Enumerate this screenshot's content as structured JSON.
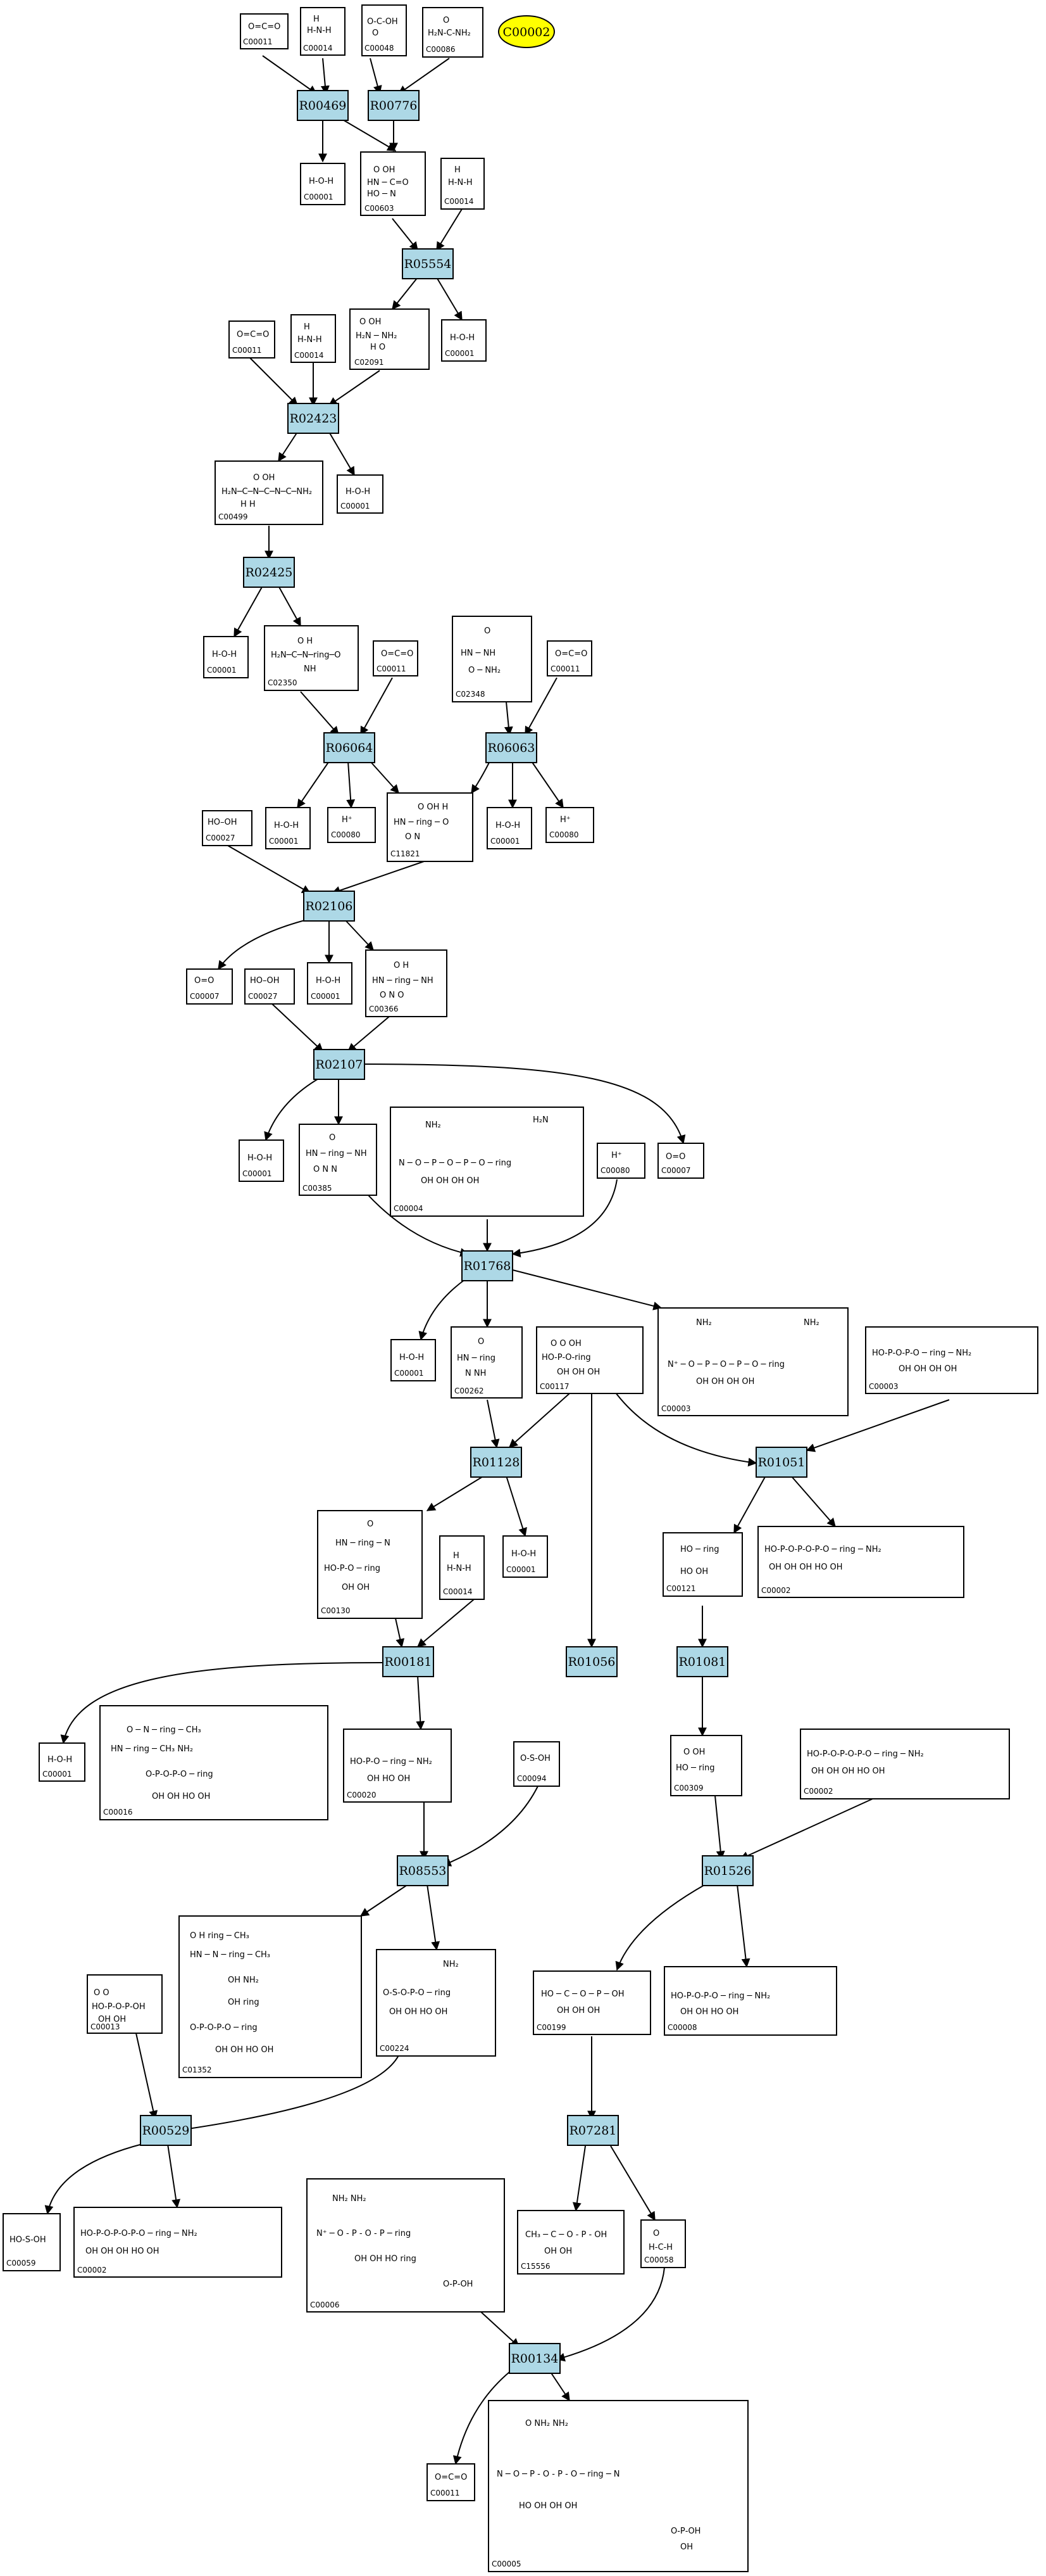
{
  "highlight": {
    "label": "C00002",
    "color": "#ffff00"
  },
  "colors": {
    "reaction_fill": "#add8e6",
    "compound_fill": "#ffffff",
    "edge": "#000000"
  },
  "reactions": [
    {
      "id": "R00469"
    },
    {
      "id": "R00776"
    },
    {
      "id": "R05554"
    },
    {
      "id": "R02423"
    },
    {
      "id": "R02425"
    },
    {
      "id": "R06064"
    },
    {
      "id": "R06063"
    },
    {
      "id": "R02106"
    },
    {
      "id": "R02107"
    },
    {
      "id": "R01768"
    },
    {
      "id": "R01128"
    },
    {
      "id": "R01051"
    },
    {
      "id": "R00181"
    },
    {
      "id": "R01056"
    },
    {
      "id": "R01081"
    },
    {
      "id": "R08553"
    },
    {
      "id": "R01526"
    },
    {
      "id": "R00529"
    },
    {
      "id": "R07281"
    },
    {
      "id": "R00134"
    }
  ],
  "compounds": [
    {
      "key": "c011a",
      "label": "C00011",
      "formula": "O=C=O"
    },
    {
      "key": "c014a",
      "label": "C00014",
      "formula": "NH3"
    },
    {
      "key": "c048a",
      "label": "C00048",
      "formula": "glyoxylate"
    },
    {
      "key": "c086a",
      "label": "C00086",
      "formula": "H2N-CO-NH2"
    },
    {
      "key": "c001a",
      "label": "C00001",
      "formula": "H-O-H"
    },
    {
      "key": "c603a",
      "label": "C00603",
      "formula": "HN-CO-NH-CO-OH"
    },
    {
      "key": "c014b",
      "label": "C00014",
      "formula": "NH3"
    },
    {
      "key": "c2091",
      "label": "C02091",
      "formula": "H2N-CO-NH2-OH"
    },
    {
      "key": "c001b",
      "label": "C00001",
      "formula": "H-O-H"
    },
    {
      "key": "c011b",
      "label": "C00011",
      "formula": "O=C=O"
    },
    {
      "key": "c014c",
      "label": "C00014",
      "formula": "NH3"
    },
    {
      "key": "c001c",
      "label": "C00001",
      "formula": "H-O-H"
    },
    {
      "key": "c0499",
      "label": "C00499",
      "formula": "H2N-CO-NH-CH-NH-CO-NH2"
    },
    {
      "key": "c001d",
      "label": "C00001",
      "formula": "H-O-H"
    },
    {
      "key": "c2350",
      "label": "C02350",
      "formula": "H2N-CO-NH-ring"
    },
    {
      "key": "c011c",
      "label": "C00011",
      "formula": "O=C=O"
    },
    {
      "key": "c2348",
      "label": "C02348",
      "formula": "HN-ring-NH2"
    },
    {
      "key": "c011d",
      "label": "C00011",
      "formula": "O=C=O"
    },
    {
      "key": "c027a",
      "label": "C00027",
      "formula": "HO-OH"
    },
    {
      "key": "c001e",
      "label": "C00001",
      "formula": "H-O-H"
    },
    {
      "key": "c080a",
      "label": "C00080",
      "formula": "H+"
    },
    {
      "key": "c11821",
      "label": "C11821",
      "formula": "OH-ring"
    },
    {
      "key": "c001f",
      "label": "C00001",
      "formula": "H-O-H"
    },
    {
      "key": "c080b",
      "label": "C00080",
      "formula": "H+"
    },
    {
      "key": "c007a",
      "label": "C00007",
      "formula": "O=O"
    },
    {
      "key": "c027b",
      "label": "C00027",
      "formula": "HO-OH"
    },
    {
      "key": "c001g",
      "label": "C00001",
      "formula": "H-O-H"
    },
    {
      "key": "c0366",
      "label": "C00366",
      "formula": "urate"
    },
    {
      "key": "c001h",
      "label": "C00001",
      "formula": "H-O-H"
    },
    {
      "key": "c0385",
      "label": "C00385",
      "formula": "xanthine"
    },
    {
      "key": "c0004",
      "label": "C00004",
      "formula": "NADH"
    },
    {
      "key": "c080c",
      "label": "C00080",
      "formula": "H+"
    },
    {
      "key": "c007b",
      "label": "C00007",
      "formula": "O=O"
    },
    {
      "key": "c001i",
      "label": "C00001",
      "formula": "H-O-H"
    },
    {
      "key": "c0262",
      "label": "C00262",
      "formula": "hypoxanthine"
    },
    {
      "key": "c0117",
      "label": "C00117",
      "formula": "ribose-5P"
    },
    {
      "key": "c0003a",
      "label": "C00003",
      "formula": "NAD+"
    },
    {
      "key": "c0003b",
      "label": "C00003",
      "formula": "NAD+ (small)"
    },
    {
      "key": "c0130",
      "label": "C00130",
      "formula": "IMP"
    },
    {
      "key": "c014d",
      "label": "C00014",
      "formula": "NH3"
    },
    {
      "key": "c001j",
      "label": "C00001",
      "formula": "H-O-H"
    },
    {
      "key": "c0121",
      "label": "C00121",
      "formula": "D-ribose"
    },
    {
      "key": "c0002a",
      "label": "C00002",
      "formula": "ATP"
    },
    {
      "key": "c001k",
      "label": "C00001",
      "formula": "H-O-H"
    },
    {
      "key": "c0016",
      "label": "C00016",
      "formula": "FAD"
    },
    {
      "key": "c0020",
      "label": "C00020",
      "formula": "AMP"
    },
    {
      "key": "c0094",
      "label": "C00094",
      "formula": "sulfite"
    },
    {
      "key": "c0309",
      "label": "C00309",
      "formula": "ribulose"
    },
    {
      "key": "c0002b",
      "label": "C00002",
      "formula": "ATP"
    },
    {
      "key": "c1352",
      "label": "C01352",
      "formula": "FADH2"
    },
    {
      "key": "c0224",
      "label": "C00224",
      "formula": "APS"
    },
    {
      "key": "c0199",
      "label": "C00199",
      "formula": "ribulose-5P"
    },
    {
      "key": "c0008",
      "label": "C00008",
      "formula": "ADP"
    },
    {
      "key": "c0013",
      "label": "C00013",
      "formula": "diphosphate"
    },
    {
      "key": "c0059",
      "label": "C00059",
      "formula": "HO-S-OH"
    },
    {
      "key": "c0002c",
      "label": "C00002",
      "formula": "ATP"
    },
    {
      "key": "c0006",
      "label": "C00006",
      "formula": "NADP+"
    },
    {
      "key": "c15556",
      "label": "C15556",
      "formula": "aldehyde-P"
    },
    {
      "key": "c0058",
      "label": "C00058",
      "formula": "formate"
    },
    {
      "key": "c011e",
      "label": "C00011",
      "formula": "O=C=O"
    },
    {
      "key": "c0005",
      "label": "C00005",
      "formula": "NADPH"
    }
  ],
  "molecules": {
    "water": {
      "h1": "H",
      "o": "O",
      "h2": "H"
    },
    "co2": {
      "o1": "O",
      "c": "C",
      "o2": "O"
    },
    "ammonia": {
      "h1": "H",
      "n": "N",
      "h2": "H",
      "h3": "H"
    },
    "hplus": "H⁺",
    "peroxide": "HO–OH",
    "oxygen": "O=O",
    "urea": {
      "h2n": "H₂N",
      "nh2": "NH₂",
      "o": "O"
    },
    "glyoxylate": {
      "oh": "OH",
      "o": "O"
    },
    "nh2": "NH₂",
    "oh": "OH",
    "o": "O",
    "p": "P",
    "n": "N",
    "hn": "HN",
    "nh": "NH",
    "ho": "HO",
    "s": "S",
    "o3": "O=O",
    "phosphate_chain": "HO–P–O–P–OH",
    "sulfate": "HO–S–OH"
  }
}
